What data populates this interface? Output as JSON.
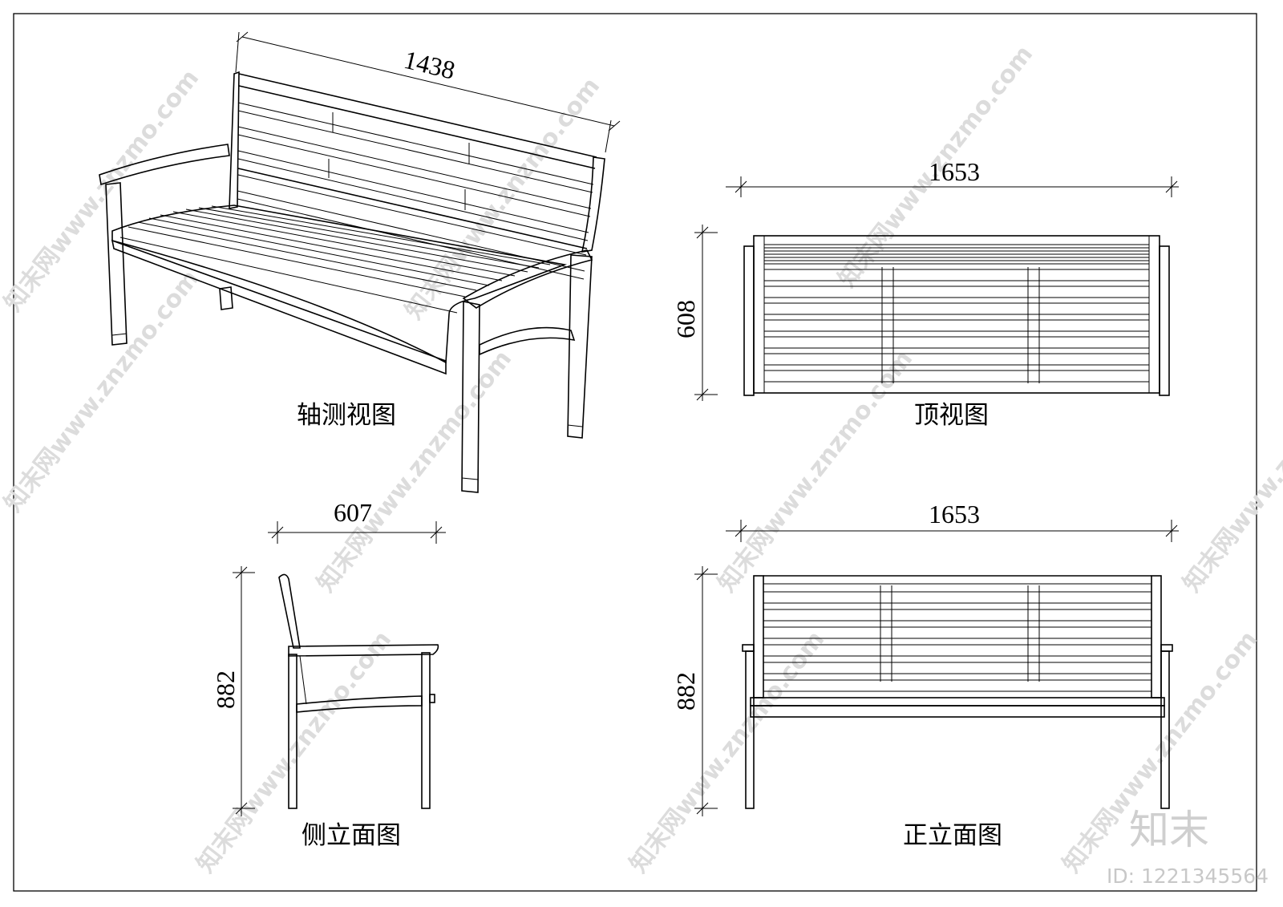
{
  "drawing": {
    "views": [
      {
        "id": "axonometric",
        "caption": "轴测视图",
        "dimensions": [
          "1438"
        ]
      },
      {
        "id": "top",
        "caption": "顶视图",
        "dimensions": [
          "1653",
          "608"
        ]
      },
      {
        "id": "side",
        "caption": "侧立面图",
        "dimensions": [
          "607",
          "882"
        ]
      },
      {
        "id": "front",
        "caption": "正立面图",
        "dimensions": [
          "1653",
          "882"
        ]
      }
    ]
  },
  "watermark": {
    "text": "知末网www.znzmo.com",
    "logo": "知末",
    "id_label": "ID: 1221345564"
  },
  "colors": {
    "line": "#000000",
    "watermark": "#dcdcdc"
  }
}
